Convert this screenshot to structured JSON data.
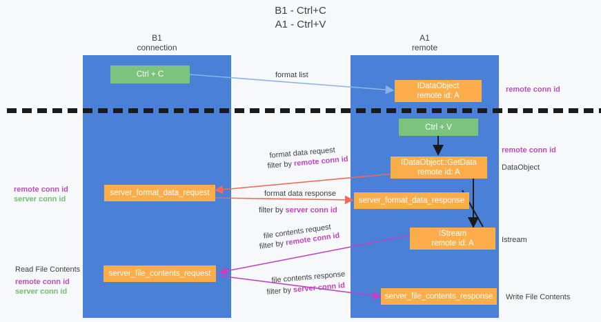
{
  "title": "B1 - Ctrl+C\nA1 - Ctrl+V",
  "colors": {
    "lane": "#4a80d6",
    "green_node": "#7cc37d",
    "orange_node": "#fbad49",
    "magenta": "#c044c0",
    "green_text": "#7cc37d",
    "background": "#f7f8f9",
    "divider": "#1b1b1b",
    "arrow_blue": "#8ab4e8",
    "arrow_red": "#ef6a5a",
    "arrow_magenta": "#c044c0",
    "arrow_black": "#1b1b1b"
  },
  "lanes": [
    {
      "id": "b1",
      "title": "B1\nconnection"
    },
    {
      "id": "a1",
      "title": "A1\nremote"
    }
  ],
  "nodes": [
    {
      "id": "ctrl-c",
      "kind": "green",
      "lines": [
        "Ctrl + C"
      ]
    },
    {
      "id": "idataobject",
      "kind": "orange",
      "lines": [
        "IDataObject",
        "remote id: A"
      ]
    },
    {
      "id": "ctrl-v",
      "kind": "green",
      "lines": [
        "Ctrl + V"
      ]
    },
    {
      "id": "idataobject-getdata",
      "kind": "orange",
      "lines": [
        "IDataObject::GetData",
        "remote id: A"
      ]
    },
    {
      "id": "server-format-data-request",
      "kind": "orange",
      "lines": [
        "server_format_data_request"
      ]
    },
    {
      "id": "server-format-data-response",
      "kind": "orange",
      "lines": [
        "server_format_data_response"
      ]
    },
    {
      "id": "istream",
      "kind": "orange",
      "lines": [
        "IStream",
        "remote id: A"
      ]
    },
    {
      "id": "server-file-contents-request",
      "kind": "orange",
      "lines": [
        "server_file_contents_request"
      ]
    },
    {
      "id": "server-file-contents-response",
      "kind": "orange",
      "lines": [
        "server_file_contents_response"
      ]
    }
  ],
  "edge_labels": {
    "format_list": "format list",
    "format_data_request": "format data request",
    "format_data_request_filter_prefix": "filter by ",
    "format_data_request_filter_key": "remote conn id",
    "format_data_response": "format data response",
    "format_data_response_filter_prefix": "filter by ",
    "format_data_response_filter_key": "server conn id",
    "file_contents_request": "file contents request",
    "file_contents_request_filter_prefix": "filter by ",
    "file_contents_request_filter_key": "remote conn id",
    "file_contents_response": "file contents response",
    "file_contents_response_filter_prefix": "filter by ",
    "file_contents_response_filter_key": "server conn id"
  },
  "side_labels": {
    "right_remote_conn_id_top": "remote conn id",
    "right_remote_conn_id_mid": "remote conn id",
    "right_dataobject": "DataObject",
    "right_istream": "Istream",
    "right_write_file_contents": "Write File Contents",
    "left_remote_conn_id": "remote conn id",
    "left_server_conn_id": "server conn id",
    "left_read_file_contents": "Read File Contents",
    "left_remote_conn_id_2": "remote conn id",
    "left_server_conn_id_2": "server conn id"
  }
}
